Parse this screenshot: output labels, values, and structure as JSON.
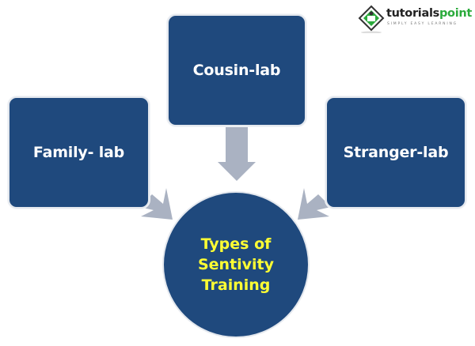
{
  "logo": {
    "name_part1": "tutorials",
    "name_part2": "point",
    "tagline": "SIMPLY EASY LEARNING",
    "icon": "tutorialspoint-logo-icon"
  },
  "diagram": {
    "title_node": {
      "lines": [
        "Types of",
        "Sentivity",
        "Training"
      ]
    },
    "nodes": [
      {
        "id": "cousin",
        "label": "Cousin-lab"
      },
      {
        "id": "family",
        "label": "Family- lab"
      },
      {
        "id": "stranger",
        "label": "Stranger-lab"
      }
    ],
    "edges": [
      {
        "from": "cousin",
        "to": "title_node"
      },
      {
        "from": "family",
        "to": "title_node"
      },
      {
        "from": "stranger",
        "to": "title_node"
      }
    ],
    "colors": {
      "node_fill": "#1f497d",
      "node_text": "#ffffff",
      "center_text": "#ffff33",
      "arrow": "#aab2c2",
      "logo_green": "#2bab3c"
    }
  }
}
